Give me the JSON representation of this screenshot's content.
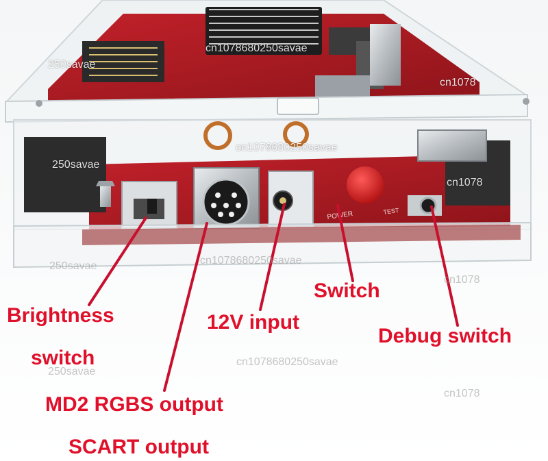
{
  "annotations": {
    "brightness_switch_line1": "Brightness",
    "brightness_switch_line2": "switch",
    "md2_rgbs_output": "MD2 RGBS output",
    "scart_output": "SCART output",
    "power_input": "12V input",
    "switch": "Switch",
    "debug_switch": "Debug switch"
  },
  "board_silkscreen": {
    "power_label": "POWER",
    "test_label": "TEST"
  },
  "watermark": {
    "text_a": "cn1078680250savae",
    "text_b": "250savae",
    "text_c": "cn1078"
  },
  "colors": {
    "annotation_text": "#e0102a",
    "pointer_line": "#c8102e",
    "pcb": "#b31b22",
    "acrylic_edge": "#dde3e6"
  }
}
